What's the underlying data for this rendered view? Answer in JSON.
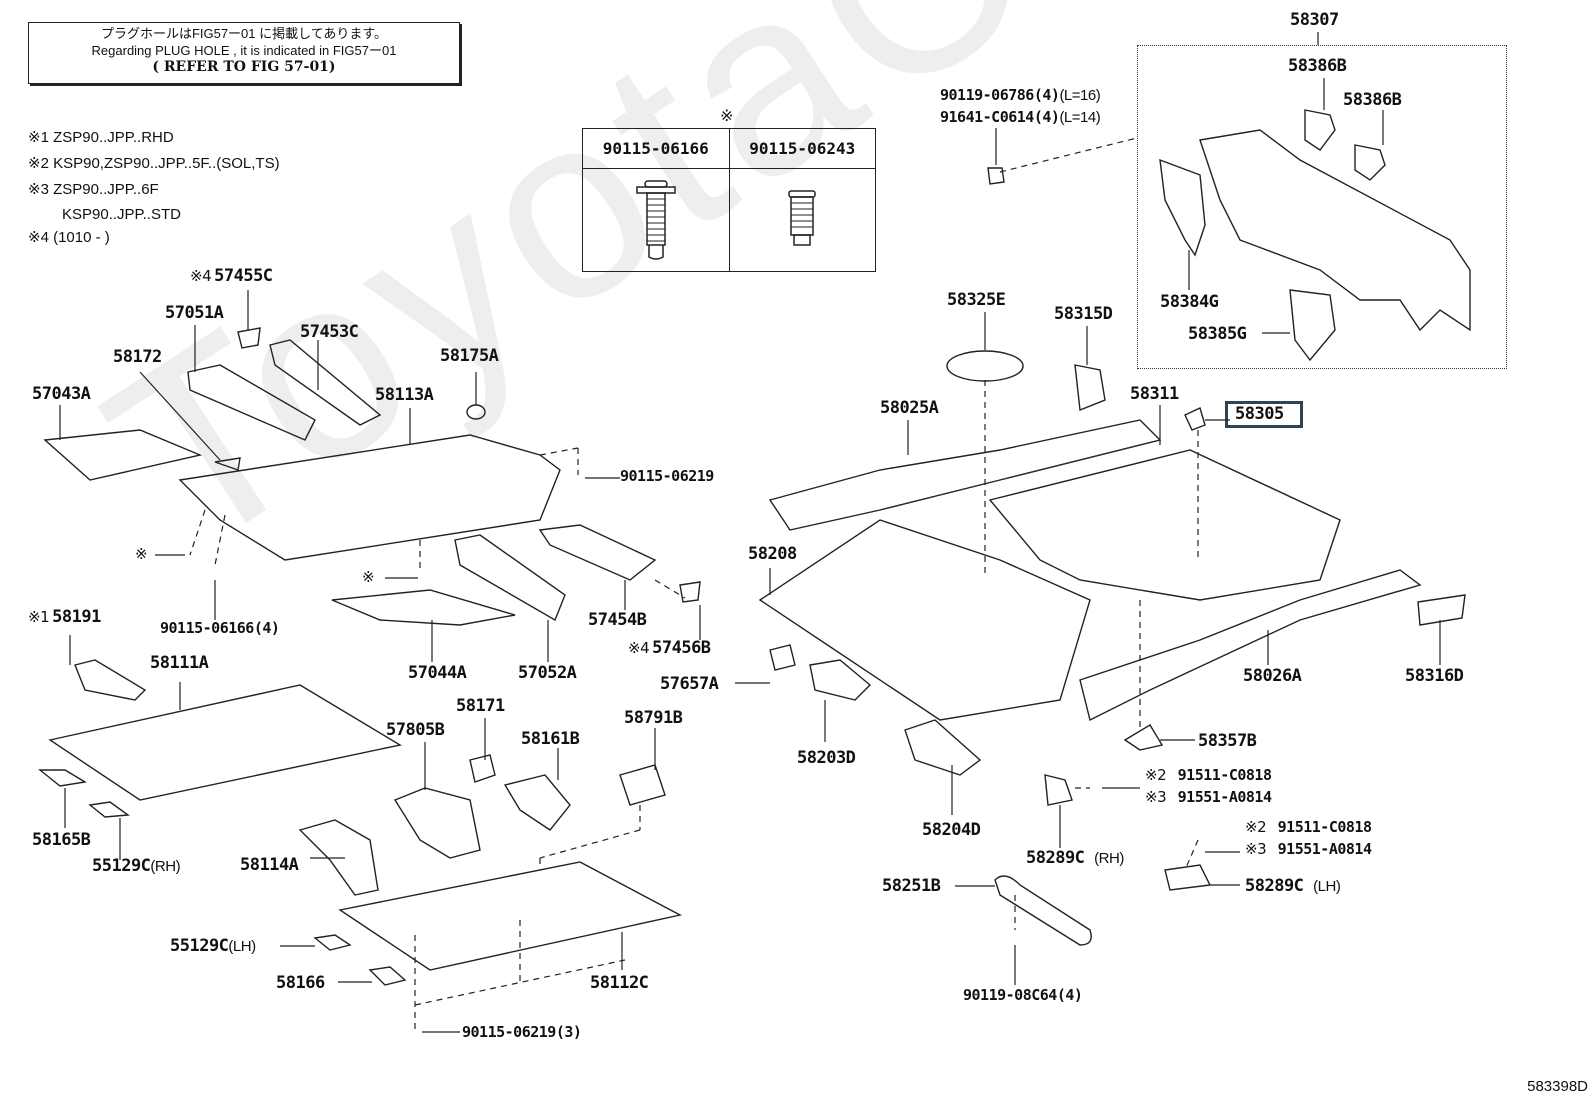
{
  "watermark": "ToyotaCarParts",
  "figure_code": "583398D",
  "plug_note": {
    "line_jp": "プラグホールはFIG57ー01 に掲載してあります。",
    "line_en": "Regarding PLUG HOLE , it is indicated in FIG57ー01",
    "refer": "( REFER TO FIG 57-01)"
  },
  "applicability_notes": [
    {
      "mark": "※1",
      "text": "ZSP90..JPP..RHD"
    },
    {
      "mark": "※2",
      "text": "KSP90,ZSP90..JPP..5F..(SOL,TS)"
    },
    {
      "mark": "※3",
      "text": "ZSP90..JPP..6F"
    },
    {
      "mark": "",
      "text": "KSP90..JPP..STD"
    },
    {
      "mark": "※4",
      "text": "(1010 -        )"
    }
  ],
  "fastener_table": {
    "mark": "※",
    "columns": [
      "90115-06166",
      "90115-06243"
    ]
  },
  "highlighted_part": "58305",
  "parts": [
    {
      "id": "p58307",
      "mark": "",
      "num": "58307",
      "side": ""
    },
    {
      "id": "p58386b1",
      "mark": "",
      "num": "58386B",
      "side": ""
    },
    {
      "id": "p58386b2",
      "mark": "",
      "num": "58386B",
      "side": ""
    },
    {
      "id": "p90119-06786",
      "mark": "",
      "num": "90119-06786(4)",
      "side": "(L=16)"
    },
    {
      "id": "p91641-c0614",
      "mark": "",
      "num": "91641-C0614(4)",
      "side": "(L=14)"
    },
    {
      "id": "p58384g",
      "mark": "",
      "num": "58384G",
      "side": ""
    },
    {
      "id": "p58385g",
      "mark": "",
      "num": "58385G",
      "side": ""
    },
    {
      "id": "p58325e",
      "mark": "",
      "num": "58325E",
      "side": ""
    },
    {
      "id": "p58315d",
      "mark": "",
      "num": "58315D",
      "side": ""
    },
    {
      "id": "p58311",
      "mark": "",
      "num": "58311",
      "side": ""
    },
    {
      "id": "p58305",
      "mark": "",
      "num": "58305",
      "side": ""
    },
    {
      "id": "p58025a",
      "mark": "",
      "num": "58025A",
      "side": ""
    },
    {
      "id": "p58208",
      "mark": "",
      "num": "58208",
      "side": ""
    },
    {
      "id": "p58026a",
      "mark": "",
      "num": "58026A",
      "side": ""
    },
    {
      "id": "p58316d",
      "mark": "",
      "num": "58316D",
      "side": ""
    },
    {
      "id": "p58357b",
      "mark": "",
      "num": "58357B",
      "side": ""
    },
    {
      "id": "p57657a",
      "mark": "",
      "num": "57657A",
      "side": ""
    },
    {
      "id": "p58203d",
      "mark": "",
      "num": "58203D",
      "side": ""
    },
    {
      "id": "p58204d",
      "mark": "",
      "num": "58204D",
      "side": ""
    },
    {
      "id": "p91511-a",
      "mark": "※2",
      "num": "91511-C0818",
      "side": ""
    },
    {
      "id": "p91551-a",
      "mark": "※3",
      "num": "91551-A0814",
      "side": ""
    },
    {
      "id": "p91511-b",
      "mark": "※2",
      "num": "91511-C0818",
      "side": ""
    },
    {
      "id": "p91551-b",
      "mark": "※3",
      "num": "91551-A0814",
      "side": ""
    },
    {
      "id": "p58289c-rh",
      "mark": "",
      "num": "58289C",
      "side": "(RH)"
    },
    {
      "id": "p58289c-lh",
      "mark": "",
      "num": "58289C",
      "side": "(LH)"
    },
    {
      "id": "p58251b",
      "mark": "",
      "num": "58251B",
      "side": ""
    },
    {
      "id": "p90119-08c64",
      "mark": "",
      "num": "90119-08C64(4)",
      "side": ""
    },
    {
      "id": "p57455c",
      "mark": "※4",
      "num": "57455C",
      "side": ""
    },
    {
      "id": "p57051a",
      "mark": "",
      "num": "57051A",
      "side": ""
    },
    {
      "id": "p57453c",
      "mark": "",
      "num": "57453C",
      "side": ""
    },
    {
      "id": "p58172",
      "mark": "",
      "num": "58172",
      "side": ""
    },
    {
      "id": "p58175a",
      "mark": "",
      "num": "58175A",
      "side": ""
    },
    {
      "id": "p57043a",
      "mark": "",
      "num": "57043A",
      "side": ""
    },
    {
      "id": "p58113a",
      "mark": "",
      "num": "58113A",
      "side": ""
    },
    {
      "id": "p90115-06219",
      "mark": "",
      "num": "90115-06219",
      "side": ""
    },
    {
      "id": "p-ref1",
      "mark": "※",
      "num": "",
      "side": ""
    },
    {
      "id": "p-ref2",
      "mark": "※",
      "num": "",
      "side": ""
    },
    {
      "id": "p90115-06166",
      "mark": "",
      "num": "90115-06166(4)",
      "side": ""
    },
    {
      "id": "p57454b",
      "mark": "",
      "num": "57454B",
      "side": ""
    },
    {
      "id": "p57456b",
      "mark": "※4",
      "num": "57456B",
      "side": ""
    },
    {
      "id": "p57044a",
      "mark": "",
      "num": "57044A",
      "side": ""
    },
    {
      "id": "p57052a",
      "mark": "",
      "num": "57052A",
      "side": ""
    },
    {
      "id": "p58191",
      "mark": "※1",
      "num": "58191",
      "side": ""
    },
    {
      "id": "p58111a",
      "mark": "",
      "num": "58111A",
      "side": ""
    },
    {
      "id": "p58171",
      "mark": "",
      "num": "58171",
      "side": ""
    },
    {
      "id": "p57805b",
      "mark": "",
      "num": "57805B",
      "side": ""
    },
    {
      "id": "p58161b",
      "mark": "",
      "num": "58161B",
      "side": ""
    },
    {
      "id": "p58791b",
      "mark": "",
      "num": "58791B",
      "side": ""
    },
    {
      "id": "p58165b",
      "mark": "",
      "num": "58165B",
      "side": ""
    },
    {
      "id": "p55129c-rh",
      "mark": "",
      "num": "55129C",
      "side": "(RH)"
    },
    {
      "id": "p58114a",
      "mark": "",
      "num": "58114A",
      "side": ""
    },
    {
      "id": "p55129c-lh",
      "mark": "",
      "num": "55129C",
      "side": "(LH)"
    },
    {
      "id": "p58166",
      "mark": "",
      "num": "58166",
      "side": ""
    },
    {
      "id": "p58112c",
      "mark": "",
      "num": "58112C",
      "side": ""
    },
    {
      "id": "p90115-06219-3",
      "mark": "",
      "num": "90115-06219(3)",
      "side": ""
    }
  ]
}
